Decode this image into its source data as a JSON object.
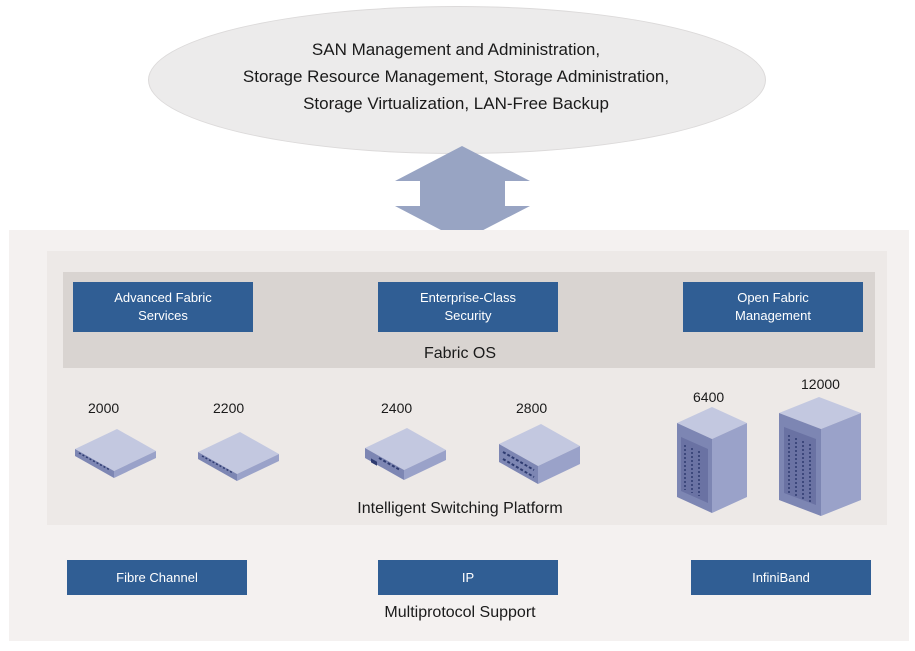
{
  "top": {
    "lines": [
      "SAN Management and Administration,",
      "Storage Resource Management, Storage Administration,",
      "Storage Virtualization, LAN-Free Backup"
    ]
  },
  "fabric_os": {
    "title": "Fabric OS",
    "boxes": [
      "Advanced Fabric\nServices",
      "Enterprise-Class\nSecurity",
      "Open Fabric\nManagement"
    ]
  },
  "switching": {
    "title": "Intelligent Switching Platform",
    "models": [
      "2000",
      "2200",
      "2400",
      "2800",
      "6400",
      "12000"
    ]
  },
  "multiprotocol": {
    "title": "Multiprotocol Support",
    "boxes": [
      "Fibre Channel",
      "IP",
      "InfiniBand"
    ]
  },
  "colors": {
    "box_blue": "#305e94",
    "arrow": "#98a4c3"
  }
}
